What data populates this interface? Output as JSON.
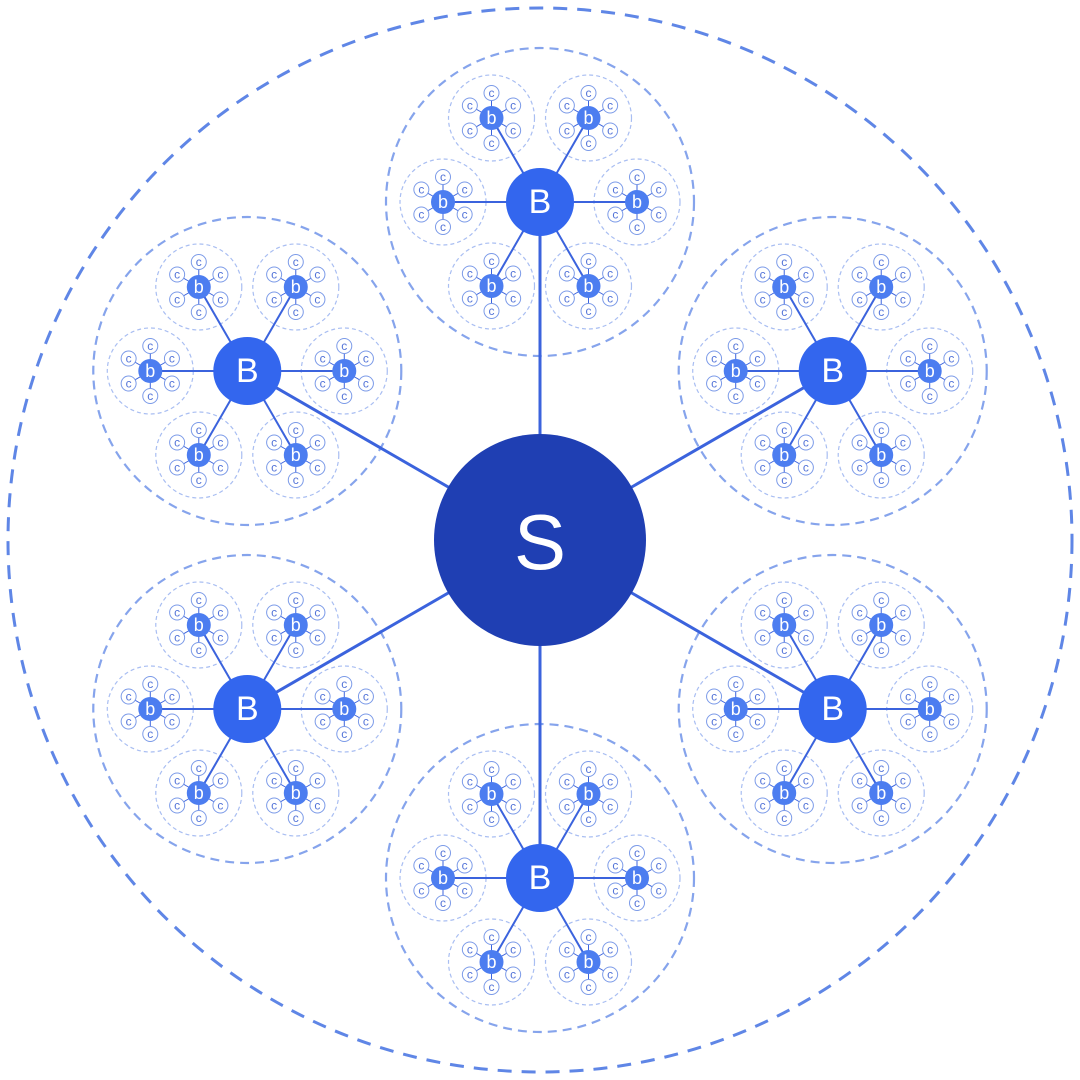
{
  "diagram": {
    "root_label": "S",
    "branch_label": "B",
    "sub_label": "b",
    "leaf_label": "c",
    "branch_count": 6,
    "sub_per_branch": 6,
    "leaf_per_sub": 6
  },
  "colors": {
    "background": "#ffffff",
    "root_fill": "#1f3fb3",
    "branch_fill": "#3366ee",
    "sub_fill": "#4c7df0",
    "leaf_stroke": "#7b9ae8",
    "leaf_text": "#5575d8",
    "edge": "#3b63dd",
    "outer_ring": "#5f86e6",
    "branch_ring": "#86a4ec",
    "sub_ring": "#a9bef2",
    "label_on_dark": "#ffffff"
  }
}
